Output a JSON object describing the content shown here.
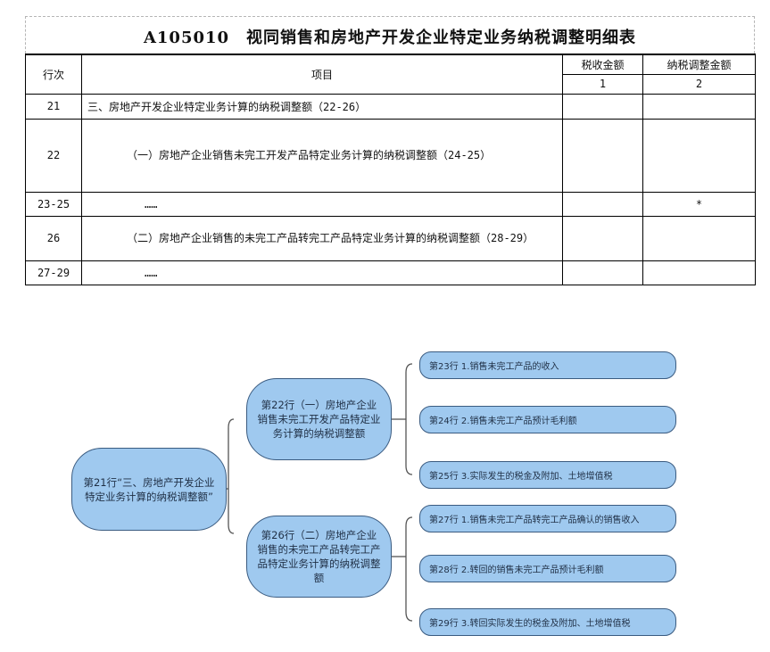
{
  "form": {
    "title": "A105010　视同销售和房地产开发企业特定业务纳税调整明细表",
    "headers": {
      "row_no": "行次",
      "item": "项目",
      "col1": "税收金额",
      "col2": "纳税调整金额",
      "col1_no": "1",
      "col2_no": "2"
    },
    "rows": [
      {
        "no": "21",
        "item": "三、房地产开发企业特定业务计算的纳税调整额（22-26）",
        "col1": "",
        "col2": ""
      },
      {
        "no": "22",
        "item": "（一）房地产企业销售未完工开发产品特定业务计算的纳税调整额（24-25）",
        "col1": "",
        "col2": ""
      },
      {
        "no": "23-25",
        "item": "……",
        "col1": "",
        "col2": "*"
      },
      {
        "no": "26",
        "item": "（二）房地产企业销售的未完工产品转完工产品特定业务计算的纳税调整额（28-29）",
        "col1": "",
        "col2": ""
      },
      {
        "no": "27-29",
        "item": "……",
        "col1": "",
        "col2": ""
      }
    ]
  },
  "mindmap": {
    "root": "第21行“三、房地产开发企业特定业务计算的纳税调整额”",
    "branch1": {
      "label": "第22行（一）房地产企业销售未完工开发产品特定业务计算的纳税调整额",
      "leaves": [
        "第23行 1.销售未完工产品的收入",
        "第24行 2.销售未完工产品预计毛利额",
        "第25行 3.实际发生的税金及附加、土地增值税"
      ]
    },
    "branch2": {
      "label": "第26行（二）房地产企业销售的未完工产品转完工产品特定业务计算的纳税调整额",
      "leaves": [
        "第27行 1.销售未完工产品转完工产品确认的销售收入",
        "第28行 2.转回的销售未完工产品预计毛利额",
        "第29行 3.转回实际发生的税金及附加、土地增值税"
      ]
    },
    "colors": {
      "node_fill": "#9fc9ef",
      "node_border": "#3a5b80",
      "connector": "#555555"
    }
  }
}
